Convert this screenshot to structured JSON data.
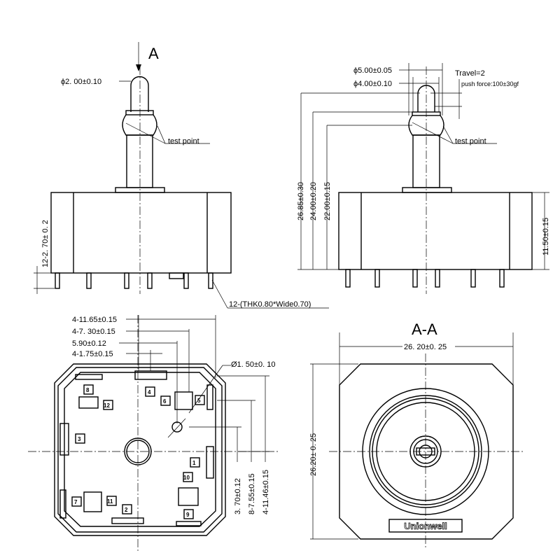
{
  "side_view": {
    "section_mark": "A",
    "tip_diameter": "ϕ2. 00±0.10",
    "test_point": "test point",
    "pin_height": "12-2. 70± 0. 2",
    "pin_spec": "12-(THK0.80*Wide0.70)"
  },
  "front_view": {
    "dia_outer": "ϕ5.00±0.05",
    "dia_inner": "ϕ4.00±0.10",
    "travel": "Travel=2",
    "push_force": "push force:100±30gf",
    "test_point": "test point",
    "height_total": "26.85±0.30",
    "height_shoulder": "24.00±0.20",
    "height_test": "22.00±0.15",
    "height_body": "11.50±0.15"
  },
  "bottom_view": {
    "dim_1": "4-11.65±0.15",
    "dim_2": "4-7. 30±0.15",
    "dim_3": "5.90±0.12",
    "dim_4": "4-1.75±0.15",
    "hole": "Ø1. 50±0. 10",
    "v_dim_1": "3. 70±0.12",
    "v_dim_2": "8-7.55±0.15",
    "v_dim_3": "4-11.46±0.15",
    "pins": [
      "8",
      "12",
      "4",
      "6",
      "5",
      "3",
      "1",
      "10",
      "7",
      "11",
      "2",
      "9"
    ]
  },
  "section_view": {
    "title": "A-A",
    "width": "26. 20±0. 25",
    "height": "26.20± 0. 25",
    "brand": "Unionwell"
  }
}
